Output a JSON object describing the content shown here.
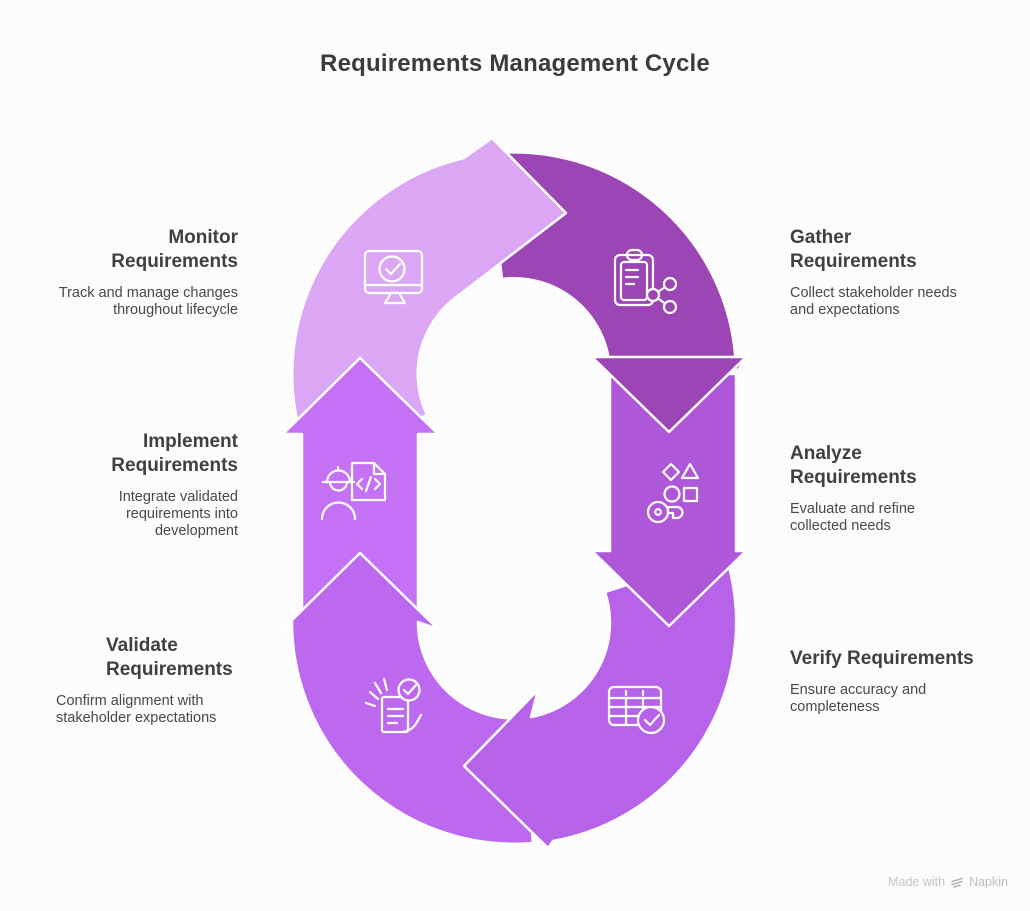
{
  "title": "Requirements Management Cycle",
  "watermark": {
    "prefix": "Made with",
    "brand": "Napkin"
  },
  "flow_direction": "clockwise",
  "stages": [
    {
      "name": "Gather",
      "heading_lines": [
        "Gather",
        "Requirements"
      ],
      "description_lines": [
        "Collect stakeholder needs",
        "and expectations"
      ],
      "color": "#9c45b5",
      "icon": "clipboard-share-icon",
      "position": "top-right"
    },
    {
      "name": "Analyze",
      "heading_lines": [
        "Analyze",
        "Requirements"
      ],
      "description_lines": [
        "Evaluate and refine",
        "collected needs"
      ],
      "color": "#ae57d9",
      "icon": "key-shapes-icon",
      "position": "right"
    },
    {
      "name": "Verify",
      "heading_lines": [
        "Verify Requirements"
      ],
      "description_lines": [
        "Ensure accuracy and",
        "completeness"
      ],
      "color": "#b763e9",
      "icon": "table-check-icon",
      "position": "bottom-right"
    },
    {
      "name": "Validate",
      "heading_lines": [
        "Validate",
        "Requirements"
      ],
      "description_lines": [
        "Confirm alignment with",
        "stakeholder expectations"
      ],
      "color": "#bd69ef",
      "icon": "document-approval-icon",
      "position": "bottom-left"
    },
    {
      "name": "Implement",
      "heading_lines": [
        "Implement",
        "Requirements"
      ],
      "description_lines": [
        "Integrate validated",
        "requirements into",
        "development"
      ],
      "color": "#c471f5",
      "icon": "engineer-code-icon",
      "position": "left"
    },
    {
      "name": "Monitor",
      "heading_lines": [
        "Monitor",
        "Requirements"
      ],
      "description_lines": [
        "Track and manage changes",
        "throughout lifecycle"
      ],
      "color": "#dba7f4",
      "icon": "monitor-check-icon",
      "position": "top-left"
    }
  ]
}
